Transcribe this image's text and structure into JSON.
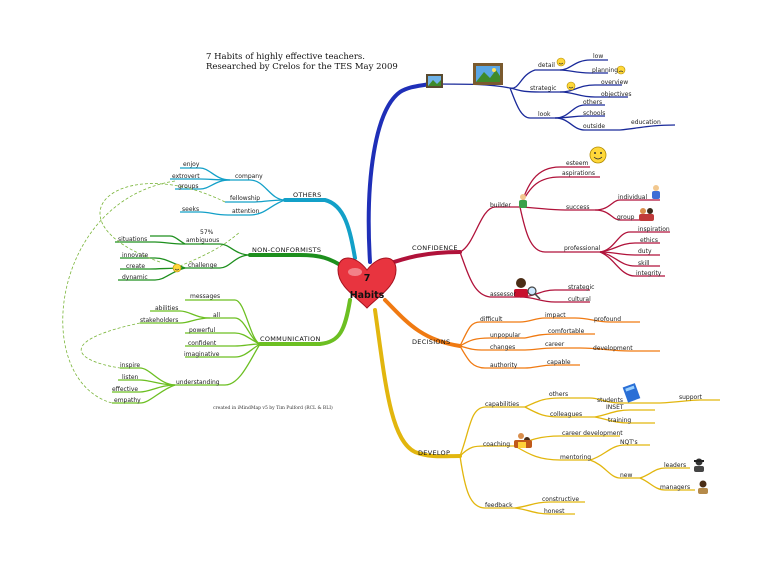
{
  "title": "7 Habits of highly effective teachers. Researched by Crelos for the TES May 2009",
  "credit": "created in iMindMap v5 by Tim Pulford (RCL & BLI)",
  "center": {
    "line1": "7",
    "line2": "Habits"
  },
  "branches": {
    "others": "OTHERS",
    "non_conformists": "NON-CONFORMISTS",
    "communication": "COMMUNICATION",
    "confidence": "CONFIDENCE",
    "decisions": "DECISIONS",
    "develop": "DEVELOP"
  },
  "others": {
    "enjoy": "enjoy",
    "extrovert": "extrovert",
    "company": "company",
    "groups": "groups",
    "fellowship": "fellowship",
    "seeks": "seeks",
    "attention": "attention"
  },
  "nonconf": {
    "pct": "57%",
    "situations": "situations",
    "ambiguous": "ambiguous",
    "innovate": "innovate",
    "create": "create",
    "challenge": "challenge",
    "dynamic": "dynamic"
  },
  "comm": {
    "messages": "messages",
    "abilities": "abilities",
    "all": "all",
    "stakeholders": "stakeholders",
    "powerful": "powerful",
    "confident": "confident",
    "imaginative": "imaginative",
    "inspire": "inspire",
    "listen": "listen",
    "effective": "effective",
    "understanding": "understanding",
    "empathy": "empathy"
  },
  "top": {
    "detail": "detail",
    "low": "low",
    "planning": "planning",
    "strategic": "strategic",
    "overview": "overview",
    "objectives": "objectives",
    "look": "look",
    "others": "others",
    "schools": "schools",
    "outside": "outside",
    "education": "education"
  },
  "conf": {
    "builder": "builder",
    "esteem": "esteem",
    "aspirations": "aspirations",
    "success": "success",
    "individual": "individual",
    "group": "group",
    "professional": "professional",
    "inspiration": "inspiration",
    "ethics": "ethics",
    "duty": "duty",
    "skill": "skill",
    "integrity": "integrity",
    "assessor": "assessor",
    "strategic": "strategic",
    "cultural": "cultural"
  },
  "dec": {
    "difficult": "difficult",
    "impact": "impact",
    "profound": "profound",
    "unpopular": "unpopular",
    "comfortable": "comfortable",
    "changes": "changes",
    "career": "career",
    "development": "development",
    "authority": "authority",
    "capable": "capable"
  },
  "dev": {
    "capabilities": "capabilities",
    "others": "others",
    "students": "students",
    "support": "support",
    "colleagues": "colleagues",
    "inset": "INSET",
    "training": "training",
    "coaching": "coaching",
    "career_development": "career development",
    "nqts": "NQT's",
    "mentoring": "mentoring",
    "new": "new",
    "leaders": "leaders",
    "managers": "managers",
    "feedback": "feedback",
    "constructive": "constructive",
    "honest": "honest"
  },
  "colors": {
    "blue": "#1f2fb8",
    "navy": "#1a2a9a",
    "crimson": "#b0123a",
    "orange": "#f07a12",
    "gold": "#e2b60e",
    "green": "#6cbf22",
    "dark_green": "#1d8f1d",
    "teal": "#13a0c8",
    "heart": "#e8343f"
  }
}
